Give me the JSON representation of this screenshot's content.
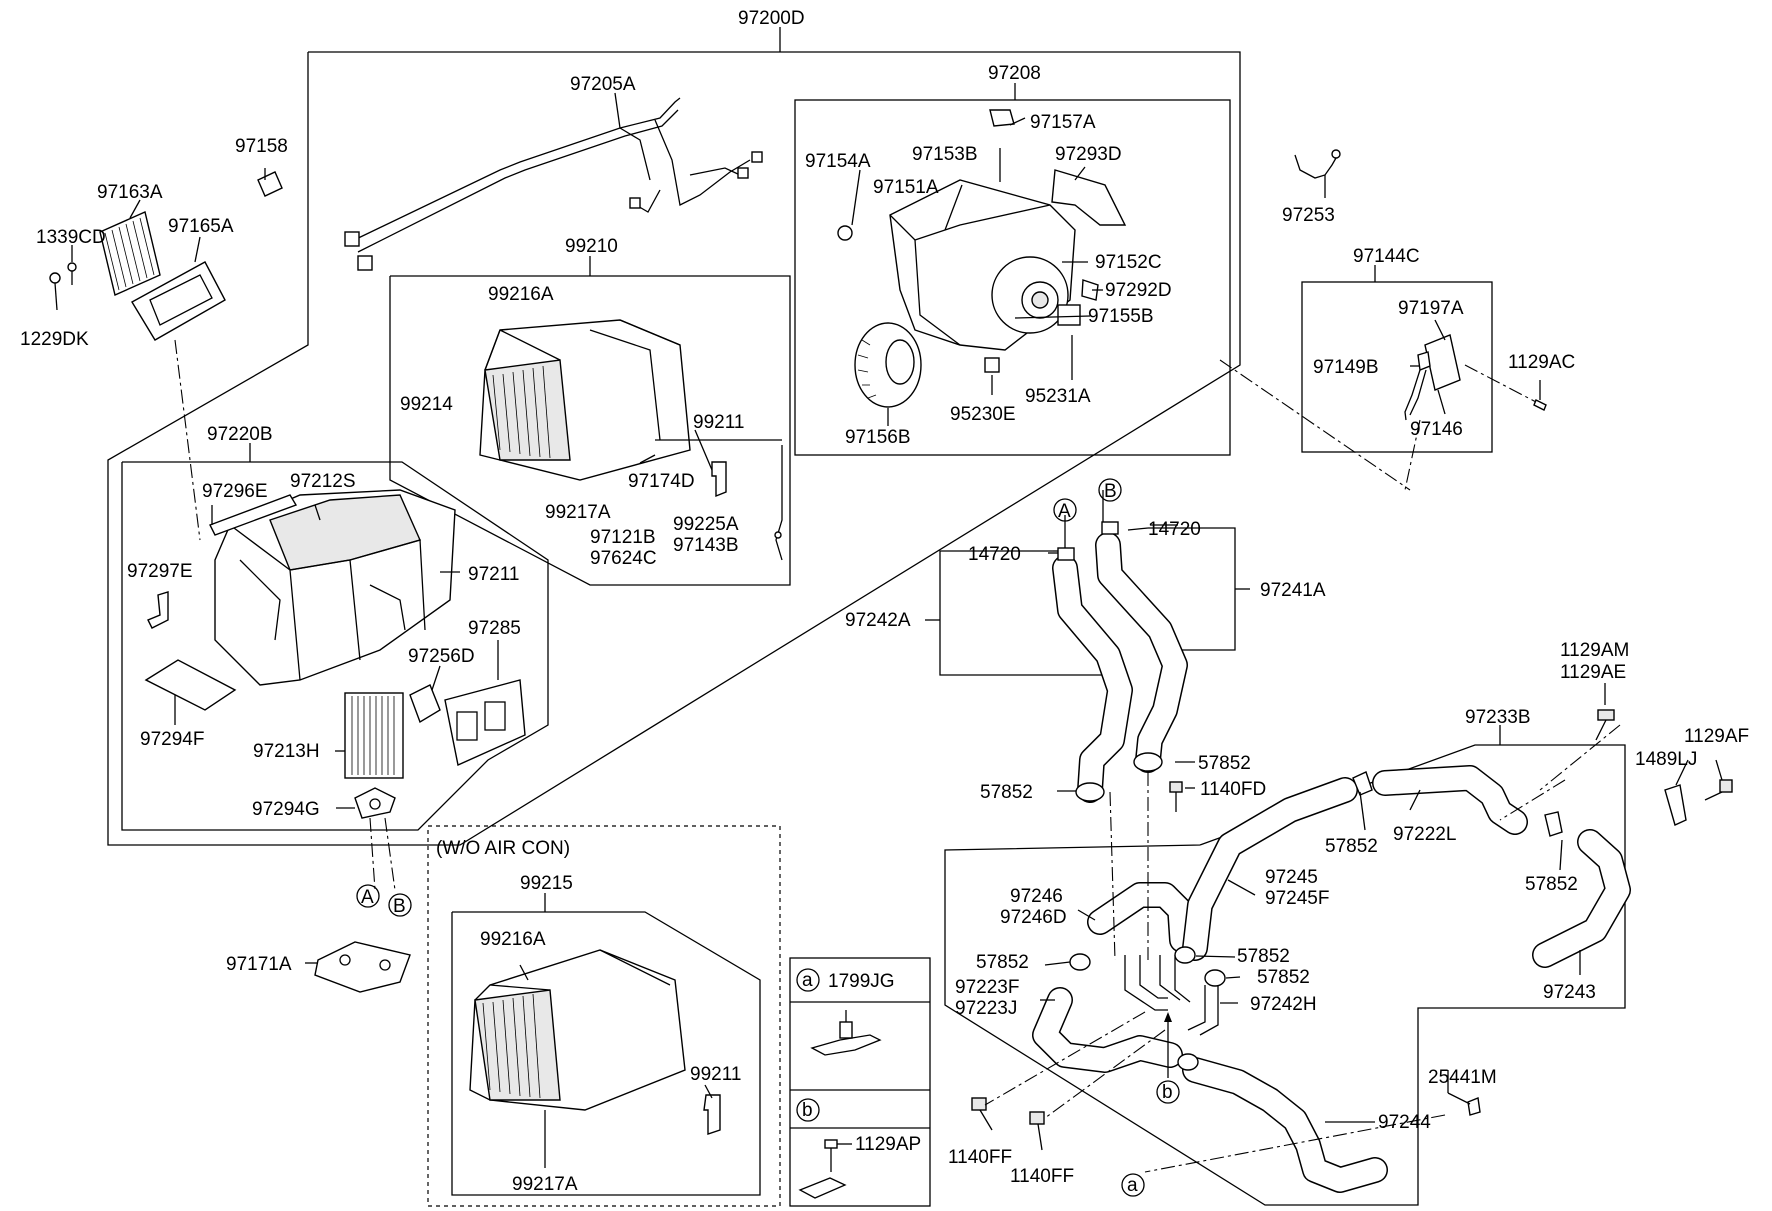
{
  "labels": {
    "top_assembly": "97200D",
    "harness": "97205A",
    "blower_unit": "97208",
    "sensor_top": "97158",
    "filter": "97163A",
    "filter_cover": "97165A",
    "screw_a": "1339CD",
    "screw_b": "1229DK",
    "evap_case": "99210",
    "evap_core_label": "99216A",
    "evap_99214": "99214",
    "evap_99211": "99211",
    "evap_97174d": "97174D",
    "evap_99217a": "99217A",
    "evap_99225a": "99225A",
    "evap_97143b": "97143B",
    "evap_97121b": "97121B",
    "evap_97624c": "97624C",
    "heater_unit": "97220B",
    "heater_97296e": "97296E",
    "heater_97212s": "97212S",
    "heater_97297e": "97297E",
    "heater_97211": "97211",
    "heater_97285": "97285",
    "heater_97256d": "97256D",
    "heater_97294f": "97294F",
    "heater_97213h": "97213H",
    "heater_97294g": "97294G",
    "blower_97157a": "97157A",
    "blower_97154a": "97154A",
    "blower_97153b": "97153B",
    "blower_97293d": "97293D",
    "blower_97151a": "97151A",
    "blower_97152c": "97152C",
    "blower_97292d": "97292D",
    "blower_97155b": "97155B",
    "blower_95230e": "95230E",
    "blower_95231a": "95231A",
    "blower_97156b": "97156B",
    "sensor_97253": "97253",
    "actuator_97144c": "97144C",
    "actuator_97197a": "97197A",
    "actuator_97149b": "97149B",
    "actuator_97146": "97146",
    "bolt_1129ac": "1129AC",
    "hose_14720_a": "14720",
    "hose_14720_b": "14720",
    "hose_97242a": "97242A",
    "hose_97241a": "97241A",
    "bolt_1129am": "1129AM",
    "bolt_1129ae": "1129AE",
    "hose_97233b": "97233B",
    "bolt_1129af": "1129AF",
    "bracket_1489lj": "1489LJ",
    "clamp_57852_1": "57852",
    "clamp_57852_2": "57852",
    "bolt_1140fd": "1140FD",
    "clamp_57852_3": "57852",
    "hose_97222l": "97222L",
    "clamp_57852_4": "57852",
    "hose_97246": "97246",
    "hose_97246d": "97246D",
    "hose_97245": "97245",
    "hose_97245f": "97245F",
    "clamp_57852_5": "57852",
    "clamp_57852_6": "57852",
    "clamp_57852_7": "57852",
    "hose_97243": "97243",
    "hose_97223f": "97223F",
    "hose_97223j": "97223J",
    "hose_97242h": "97242H",
    "clamp_25441m": "25441M",
    "hose_97244": "97244",
    "bolt_1140ff_1": "1140FF",
    "bolt_1140ff_2": "1140FF",
    "wo_aircon_title": "(W/O AIR CON)",
    "wo_99215": "99215",
    "wo_99216a": "99216A",
    "wo_99211": "99211",
    "wo_99217a": "99217A",
    "seal_97171a": "97171A",
    "legend_a_code": "1799JG",
    "legend_b_code": "1129AP"
  },
  "markers": {
    "A": "A",
    "B": "B",
    "a": "a",
    "b": "b"
  }
}
